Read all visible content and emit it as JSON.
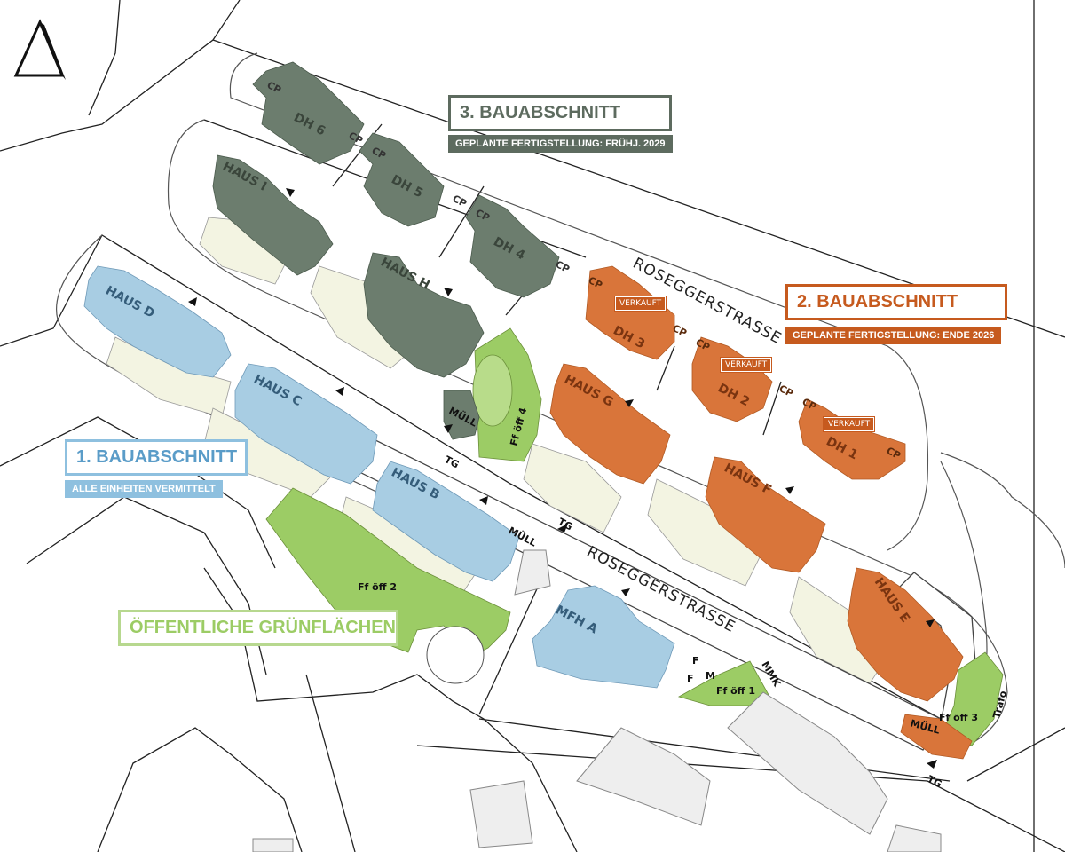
{
  "colors": {
    "phase1": "#a8cde3",
    "phase1_dark": "#7fb3d5",
    "phase2": "#d9753a",
    "phase2_dark": "#c65a1e",
    "phase3": "#6c7d6e",
    "phase3_dark": "#5d6b5f",
    "green": "#9ccc65",
    "green_dark": "#8bc34a",
    "courtyard": "#f3f4e2"
  },
  "north_arrow": "north-arrow-icon",
  "phases": {
    "phase3": {
      "title": "3. BAUABSCHNITT",
      "subtitle": "GEPLANTE FERTIGSTELLUNG: FRÜHJ. 2029"
    },
    "phase2": {
      "title": "2. BAUABSCHNITT",
      "subtitle": "GEPLANTE FERTIGSTELLUNG: ENDE 2026"
    },
    "phase1": {
      "title": "1. BAUABSCHNITT",
      "subtitle": "ALLE EINHEITEN VERMITTELT"
    },
    "green": {
      "title": "ÖFFENTLICHE GRÜNFLÄCHEN"
    }
  },
  "streets": {
    "upper": "ROSEGGERSTRASSE",
    "lower": "ROSEGGERSTRASSE"
  },
  "buildings": {
    "haus_d": "HAUS D",
    "haus_c": "HAUS C",
    "haus_b": "HAUS B",
    "haus_i": "HAUS I",
    "haus_h": "HAUS H",
    "haus_g": "HAUS G",
    "haus_f": "HAUS F",
    "haus_e": "HAUS E",
    "mfh_a": "MFH A",
    "dh6": "DH 6",
    "dh5": "DH 5",
    "dh4": "DH 4",
    "dh3": "DH 3",
    "dh2": "DH 2",
    "dh1": "DH 1"
  },
  "carport": "CP",
  "sold": "VERKAUFT",
  "labels": {
    "muell": "MÜLL",
    "tg": "TG",
    "ff1": "Ff öff 1",
    "ff2": "Ff öff 2",
    "ff3": "Ff öff 3",
    "ff4": "Ff öff 4",
    "trafo": "Trafo",
    "mmk": "MMK",
    "f": "F",
    "m": "M"
  }
}
